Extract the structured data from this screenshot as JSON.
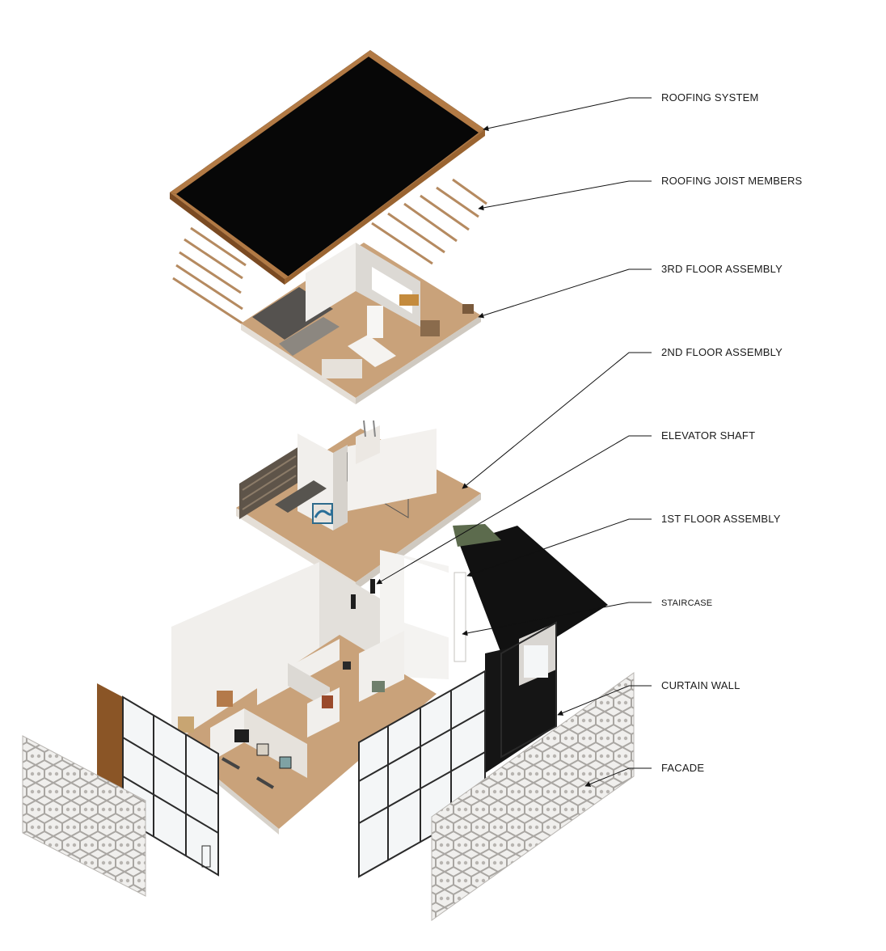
{
  "callouts": [
    {
      "id": "roofing-system",
      "label": "ROOFING SYSTEM"
    },
    {
      "id": "roofing-joist-members",
      "label": "ROOFING JOIST MEMBERS"
    },
    {
      "id": "third-floor-assembly",
      "label": "3RD FLOOR ASSEMBLY"
    },
    {
      "id": "second-floor-assembly",
      "label": "2ND FLOOR ASSEMBLY"
    },
    {
      "id": "elevator-shaft",
      "label": "ELEVATOR SHAFT"
    },
    {
      "id": "first-floor-assembly",
      "label": "1ST FLOOR ASSEMBLY"
    },
    {
      "id": "staircase",
      "label": "STAIRCASE"
    },
    {
      "id": "curtain-wall",
      "label": "CURTAIN WALL"
    },
    {
      "id": "facade",
      "label": "FACADE"
    }
  ],
  "colors": {
    "wood": "#b27a45",
    "wood_dark": "#7a4a22",
    "roof_black": "#070707",
    "floor_oak": "#c9a27a",
    "wall_white": "#f1efec",
    "wall_shade": "#dcd9d4",
    "glass_frame": "#2a2a2a",
    "glass": "#f4f6f7",
    "facade_panel": "#f0efed",
    "facade_pattern": "#a9a6a2",
    "leader_line": "#111111"
  }
}
